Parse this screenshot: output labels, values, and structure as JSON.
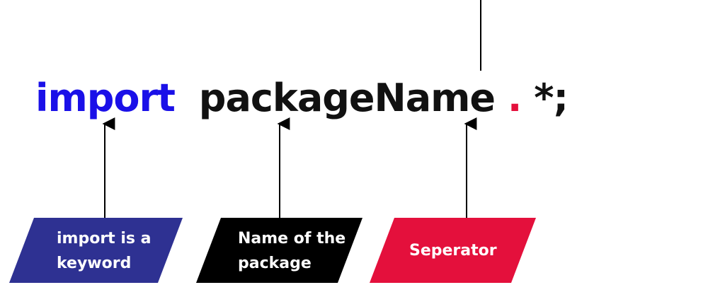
{
  "code": {
    "keyword": "import",
    "package_name": "packageName",
    "separator": ".",
    "wildcard": "*;"
  },
  "labels": [
    {
      "lines": [
        "import is a",
        "keyword"
      ],
      "color": "#2e3192"
    },
    {
      "lines": [
        "Name of the",
        "package"
      ],
      "color": "#000000"
    },
    {
      "lines": [
        "Seperator"
      ],
      "color": "#e4103c"
    }
  ],
  "colors": {
    "keyword": "#1a10e8",
    "code_text": "#111111",
    "separator": "#e4103c",
    "lines": "#000000"
  }
}
